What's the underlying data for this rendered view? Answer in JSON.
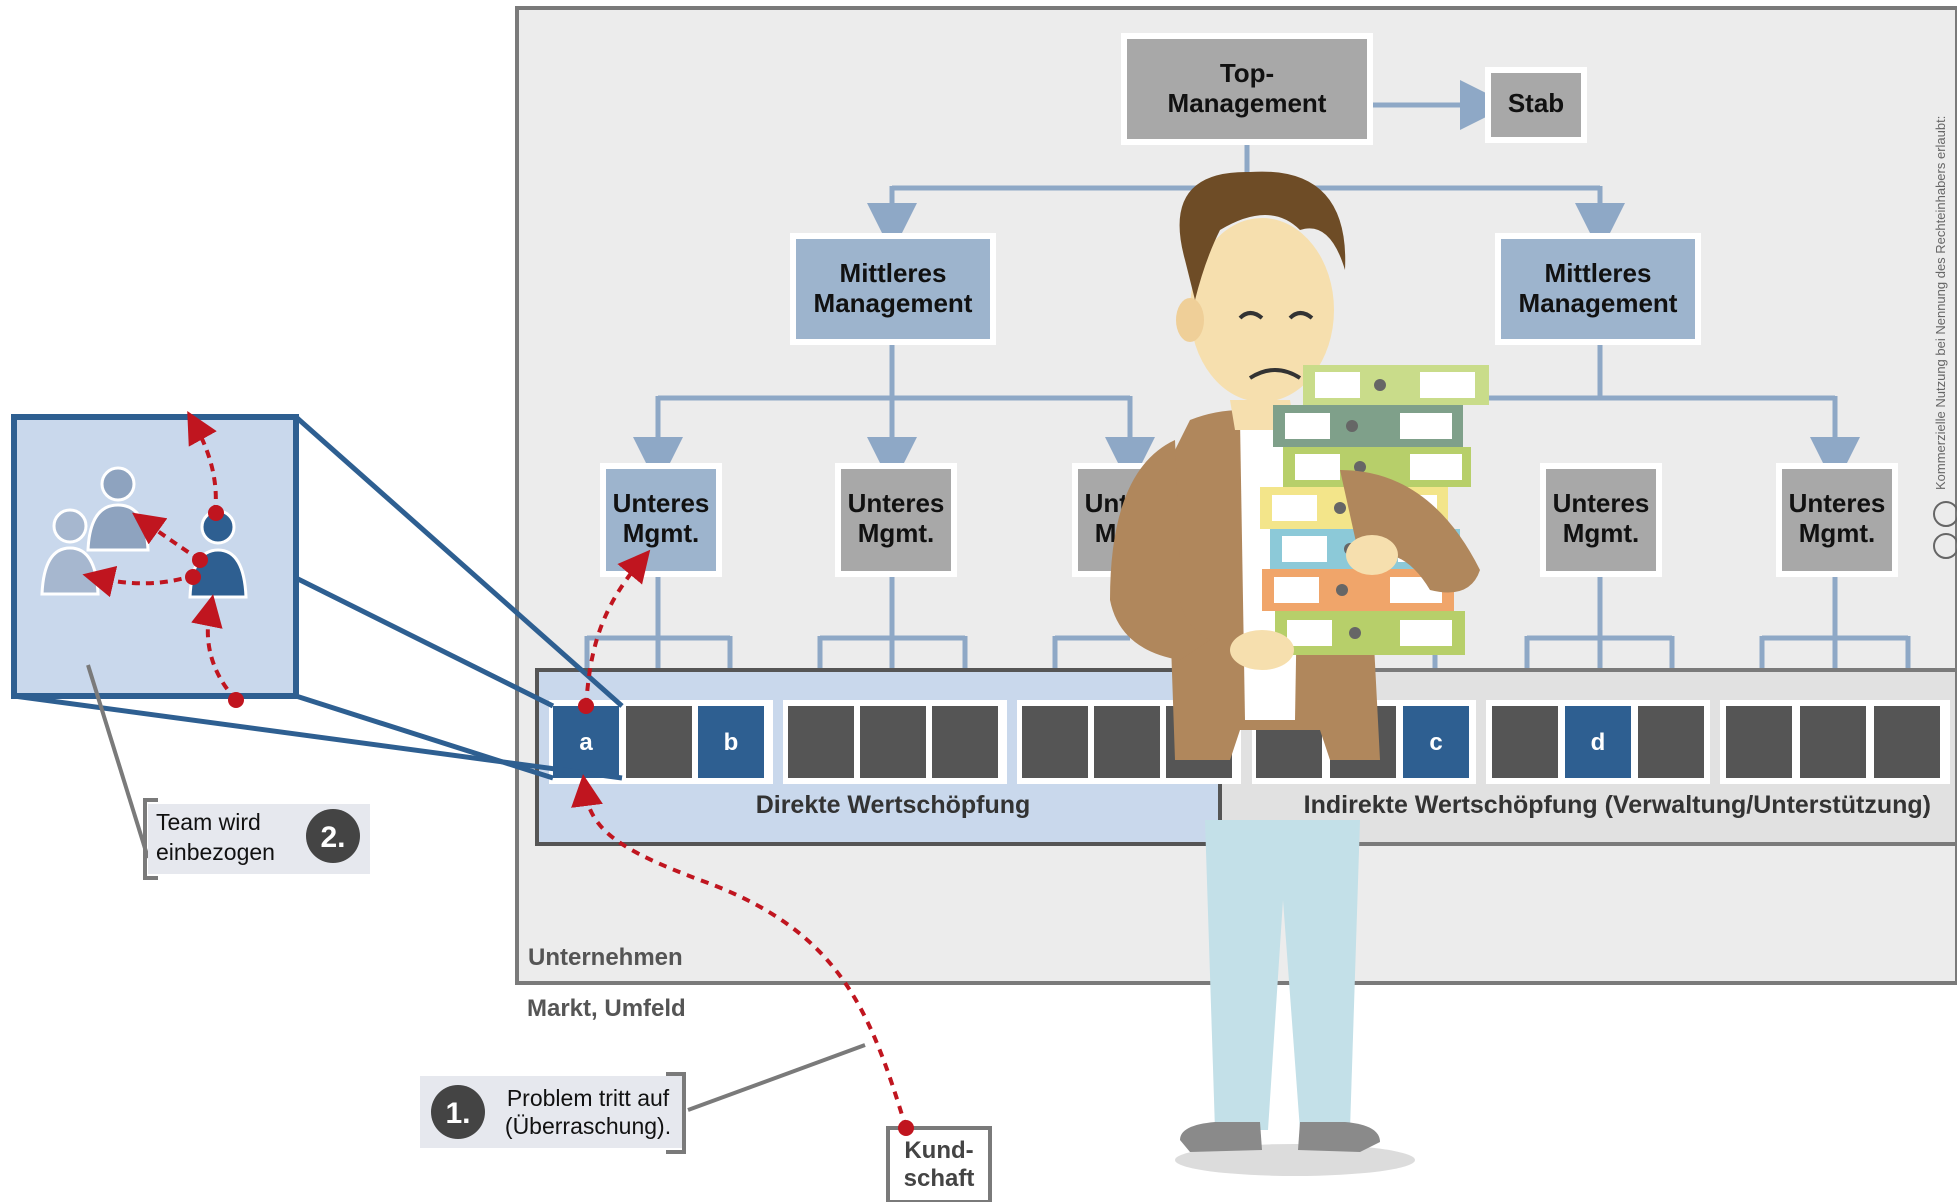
{
  "org": {
    "top": [
      "Top-",
      "Management"
    ],
    "stab": "Stab",
    "middle_left": [
      "Mittleres",
      "Management"
    ],
    "middle_right": [
      "Mittleres",
      "Management"
    ],
    "lower": [
      [
        "Unteres",
        "Mgmt."
      ],
      [
        "Unteres",
        "Mgmt."
      ],
      [
        "Unteres",
        "Mgmt."
      ],
      [
        "Unteres",
        "Mgmt."
      ],
      [
        "Unteres",
        "Mgmt."
      ]
    ]
  },
  "value_chain": {
    "direct_label": "Direkte Wertschöpfung",
    "indirect_label": "Indirekte Wertschöpfung (Verwaltung/Unterstützung)",
    "cell_a": "a",
    "cell_b": "b",
    "cell_c": "c",
    "cell_d": "d"
  },
  "areas": {
    "company": "Unternehmen",
    "market": "Markt, Umfeld"
  },
  "callouts": {
    "step1_number": "1.",
    "step1_text": [
      "Problem tritt auf",
      "(Überraschung)."
    ],
    "step2_number": "2.",
    "step2_text": [
      "Team wird",
      "einbezogen"
    ],
    "customer": [
      "Kund-",
      "schaft"
    ]
  },
  "license_text": "Kommerzielle Nutzung bei Nennung des Rechteinhabers erlaubt:",
  "colors": {
    "gray_box": "#a8a8a8",
    "blue_box": "#9db4cd",
    "dark_blue": "#2e5f91",
    "dark_cell": "#555555",
    "connector": "#8ea8c6",
    "red_path": "#c0151f"
  }
}
